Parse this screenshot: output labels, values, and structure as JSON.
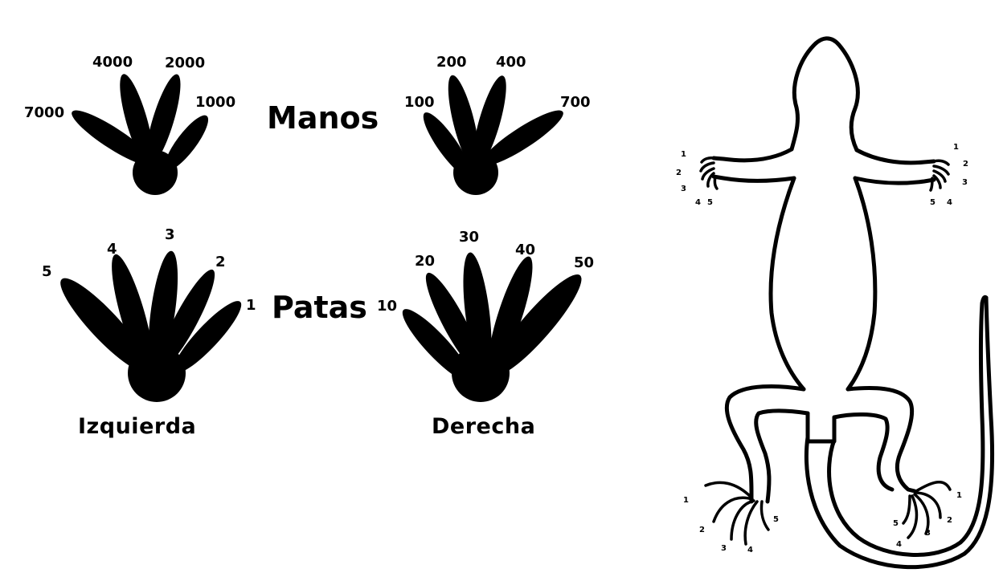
{
  "titles": {
    "manos": "Manos",
    "patas": "Patas"
  },
  "sides": {
    "left": "Izquierda",
    "right": "Derecha"
  },
  "left_hand": {
    "d1": "7000",
    "d2": "4000",
    "d3": "2000",
    "d4": "1000"
  },
  "right_hand": {
    "d1": "100",
    "d2": "200",
    "d3": "400",
    "d4": "700"
  },
  "left_foot": {
    "d1": "5",
    "d2": "4",
    "d3": "3",
    "d4": "2",
    "d5": "1"
  },
  "right_foot": {
    "d1": "10",
    "d2": "20",
    "d3": "30",
    "d4": "40",
    "d5": "50"
  },
  "lizard_digits": {
    "lh": [
      "1",
      "2",
      "3",
      "4",
      "5"
    ],
    "rh": [
      "1",
      "2",
      "3",
      "4",
      "5"
    ],
    "lf": [
      "1",
      "2",
      "3",
      "4",
      "5"
    ],
    "rf": [
      "1",
      "2",
      "3",
      "4",
      "5"
    ]
  },
  "colors": {
    "ink": "#000000",
    "background": "#ffffff"
  }
}
